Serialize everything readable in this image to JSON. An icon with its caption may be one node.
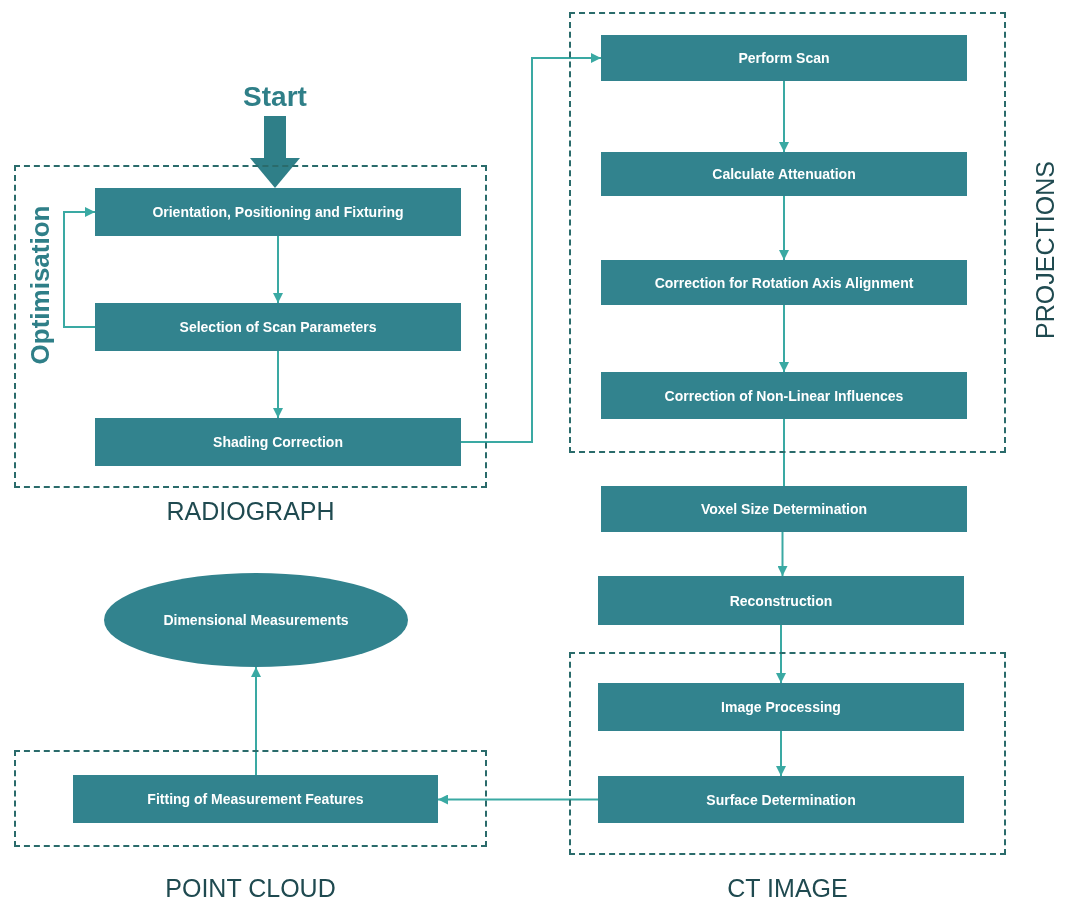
{
  "diagram": {
    "nodes": [
      {
        "text": [
          "RADIOGRAPH"
        ]
      },
      {
        "text": [
          "Start"
        ]
      },
      {
        "text": [
          "Orientation, Positioning and Fixturing"
        ],
        "in": 0
      },
      {
        "text": [
          "Selection of Scan Parameters"
        ],
        "in": 0
      },
      {
        "text": [
          "Shading Correction"
        ],
        "in": 0
      },
      {
        "text": [
          "PROJECTIONS"
        ]
      },
      {
        "text": [
          "Perform Scan"
        ],
        "in": 5
      },
      {
        "text": [
          "Calculate Attenuation"
        ],
        "in": 5
      },
      {
        "text": [
          "Correction for Rotation Axis Alignment"
        ],
        "in": 5
      },
      {
        "text": [
          "Correction of Non-Linear Influences"
        ],
        "in": 5
      },
      {
        "text": [
          "Voxel Size Determination"
        ]
      },
      {
        "text": [
          "Reconstruction"
        ]
      },
      {
        "text": [
          "CT IMAGE"
        ]
      },
      {
        "text": [
          "Image Processing"
        ],
        "in": 12
      },
      {
        "text": [
          "Surface Determination"
        ],
        "in": 12
      },
      {
        "text": [
          "POINT CLOUD"
        ]
      },
      {
        "text": [
          "Fitting of Measurement Features"
        ],
        "in": 15
      },
      {
        "text": [
          "Dimensional Measurements"
        ]
      }
    ],
    "edges": [
      {
        "from": 1,
        "to": 2,
        "arrow": "to",
        "style": "thick",
        "color": "#2f7f88"
      },
      {
        "from": 2,
        "to": 3,
        "arrow": "to"
      },
      {
        "from": 3,
        "to": 2,
        "arrow": "to"
      },
      {
        "from": 3,
        "to": 4,
        "arrow": "to"
      },
      {
        "from": 4,
        "to": 6,
        "arrow": "to"
      },
      {
        "from": 6,
        "to": 7,
        "arrow": "to"
      },
      {
        "from": 7,
        "to": 8,
        "arrow": "to"
      },
      {
        "from": 8,
        "to": 9,
        "arrow": "to"
      },
      {
        "from": 9,
        "to": 10,
        "arrow": "none"
      },
      {
        "from": 10,
        "to": 11,
        "arrow": "to"
      },
      {
        "from": 11,
        "to": 13,
        "arrow": "to"
      },
      {
        "from": 13,
        "to": 14,
        "arrow": "to"
      },
      {
        "from": 14,
        "to": 16,
        "arrow": "to"
      },
      {
        "from": 16,
        "to": 17,
        "arrow": "to"
      }
    ],
    "labels": [
      "Optimisation"
    ]
  }
}
